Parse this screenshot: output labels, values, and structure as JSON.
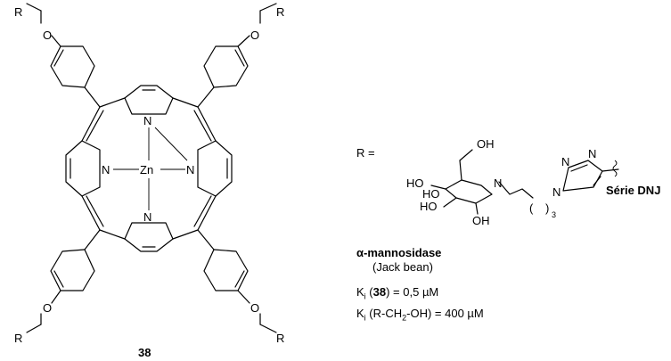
{
  "compound": {
    "number": "38",
    "metal": "Zn",
    "ring_nitrogen": "N",
    "oxygen": "O",
    "substituent": "R"
  },
  "r_group": {
    "definition": "R =",
    "hydroxyl": "OH",
    "ho": "HO",
    "ring_nitrogen": "N",
    "triazole_n": "N",
    "chain_count": "3",
    "series": "Série DNJ"
  },
  "assay": {
    "enzyme": "α-mannosidase",
    "source": "(Jack bean)",
    "ki_label": "K",
    "ki_sub": "i",
    "ki_compound_prefix": "(",
    "ki_compound_ref": "38",
    "ki_compound_value": ") = 0,5 µM",
    "ki_ref_prefix": "(R-CH",
    "ki_ref_sub": "2",
    "ki_ref_value": "-OH) = 400 µM"
  }
}
